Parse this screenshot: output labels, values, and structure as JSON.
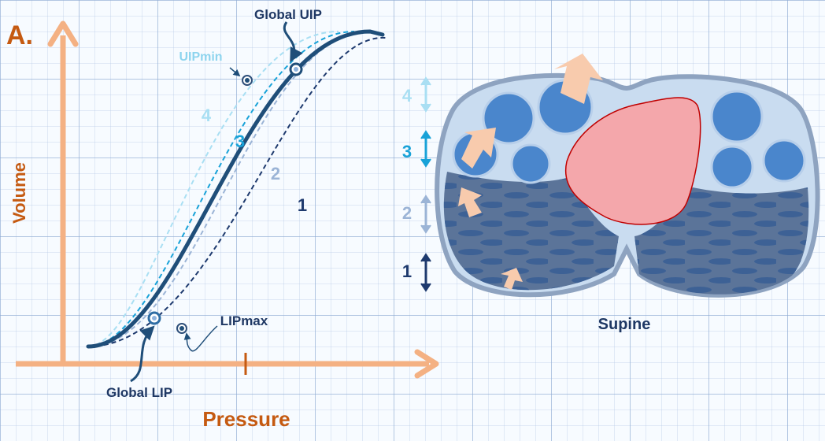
{
  "panel_label": "A.",
  "axes": {
    "x_label": "Pressure",
    "y_label": "Volume"
  },
  "annotations": {
    "global_uip": "Global UIP",
    "uip_min": "UIPmin",
    "global_lip": "Global LIP",
    "lip_max": "LIPmax"
  },
  "curves": [
    {
      "id": "1",
      "label": "1",
      "color": "#1e3a6e"
    },
    {
      "id": "2",
      "label": "2",
      "color": "#9bb4d6"
    },
    {
      "id": "3",
      "label": "3",
      "color": "#18a2d8"
    },
    {
      "id": "4",
      "label": "4",
      "color": "#a9dff3"
    }
  ],
  "levels": [
    {
      "label": "4",
      "color": "#a9dff3"
    },
    {
      "label": "3",
      "color": "#18a2d8"
    },
    {
      "label": "2",
      "color": "#9bb4d6"
    },
    {
      "label": "1",
      "color": "#1e3a6e"
    }
  ],
  "lung_section": {
    "caption": "Supine"
  },
  "colors": {
    "axis": "#f4b183",
    "axis_label": "#c55a11",
    "global_curve": "#1f4e79",
    "heart": "#f4a7ab",
    "arrow": "#f8cbad",
    "alveolus": "#4a86cc",
    "collapsed_region": "#5b7499"
  }
}
